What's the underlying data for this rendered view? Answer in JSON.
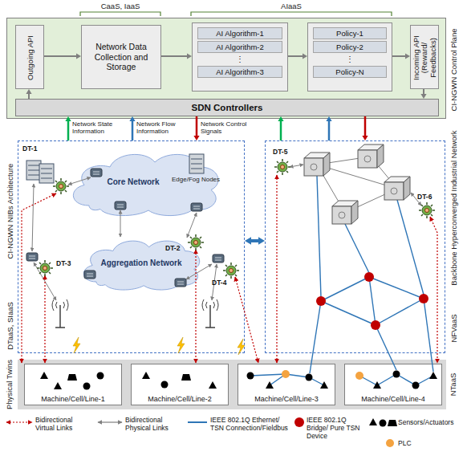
{
  "diagram": {
    "nodes": [
      {
        "text": [
          "CI-NGWN Control Plane"
        ]
      },
      {
        "text": [
          "Outgoing API"
        ],
        "in": 0
      },
      {
        "text": [
          "Network Data Collection and Storage"
        ],
        "in": 0
      },
      {
        "text": [
          "AI Algorithm-1",
          "AI Algorithm-2",
          "⋮",
          "AI Algorithm-3"
        ],
        "in": 0
      },
      {
        "text": [
          "Policy-1",
          "Policy-2",
          "⋮",
          "Policy-N"
        ],
        "in": 0
      },
      {
        "text": [
          "Incoming API (Reward/ Feedbacks)"
        ],
        "in": 0
      },
      {
        "text": [
          "SDN Controllers"
        ],
        "in": 0
      },
      {
        "text": [
          "CI-NGWN NIBs Architecture",
          "DTaaS, SIaaS"
        ]
      },
      {
        "text": [
          "Core Network"
        ],
        "in": 7
      },
      {
        "text": [
          "Aggregation Network"
        ],
        "in": 7
      },
      {
        "text": [
          "Backbone Hyperconverged Industrial Network",
          "NFVaaS"
        ]
      },
      {
        "text": [
          "Physical Twins",
          "NTaaS"
        ]
      },
      {
        "text": [
          "Machine/Cell/Line-1"
        ],
        "in": 11
      },
      {
        "text": [
          "Machine/Cell/Line-2"
        ],
        "in": 11
      },
      {
        "text": [
          "Machine/Cell/Line-3"
        ],
        "in": 11
      },
      {
        "text": [
          "Machine/Cell/Line-4"
        ],
        "in": 11
      }
    ],
    "edges": [
      {
        "from": 1,
        "to": 2,
        "arrow": "to"
      },
      {
        "from": 2,
        "to": 3,
        "arrow": "to"
      },
      {
        "from": 3,
        "to": 4,
        "arrow": "to"
      },
      {
        "from": 4,
        "to": 5,
        "arrow": "to"
      },
      {
        "from": 6,
        "to": 1,
        "arrow": "to"
      },
      {
        "from": 5,
        "to": 6,
        "arrow": "to"
      },
      {
        "from": 7,
        "to": 6,
        "arrow": "to"
      },
      {
        "from": 7,
        "to": 6,
        "arrow": "to"
      },
      {
        "from": 6,
        "to": 7,
        "arrow": "to"
      },
      {
        "from": 10,
        "to": 6,
        "arrow": "to"
      },
      {
        "from": 10,
        "to": 6,
        "arrow": "to"
      },
      {
        "from": 6,
        "to": 10,
        "arrow": "to"
      },
      {
        "from": 7,
        "to": 10,
        "arrow": "both"
      }
    ],
    "labels": [
      "CaaS, IaaS",
      "AIaaS",
      "Network State Information",
      "Network Flow Information",
      "Network Control Signals",
      "Edge/Fog Nodes",
      "DT-1",
      "DT-2",
      "DT-3",
      "DT-4",
      "DT-5",
      "DT-6"
    ],
    "legend": [
      {
        "text": "Bidirectional Virtual Links"
      },
      {
        "text": "Bidirectional Physical Links"
      },
      {
        "text": "IEEE 802.1Q Ethernet/ TSN Connection/Fieldbus"
      },
      {
        "text": "IEEE 802.1Q Bridge/ Pure TSN Device"
      },
      {
        "text": "Sensors/Actuators"
      },
      {
        "text": "PLC"
      }
    ]
  }
}
